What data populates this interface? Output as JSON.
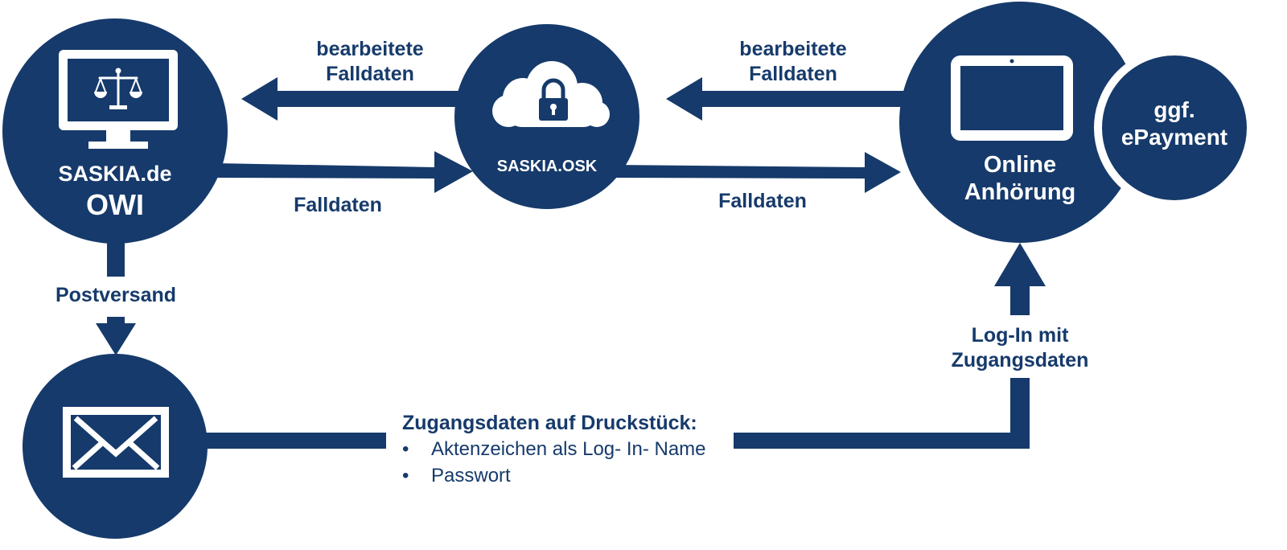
{
  "colors": {
    "primary": "#163a6b",
    "on_primary": "#ffffff",
    "background": "#ffffff"
  },
  "nodes": {
    "owi": {
      "icon": "monitor-scales-icon",
      "line1": "SASKIA.de",
      "line2": "OWI"
    },
    "osk": {
      "icon": "cloud-lock-icon",
      "label": "SASKIA.OSK"
    },
    "online": {
      "icon": "tablet-icon",
      "line1": "Online",
      "line2": "Anhörung"
    },
    "epayment": {
      "line1": "ggf.",
      "line2": "ePayment"
    },
    "mail": {
      "icon": "envelope-icon"
    }
  },
  "edges": {
    "processed_left": {
      "line1": "bearbeitete",
      "line2": "Falldaten"
    },
    "processed_right": {
      "line1": "bearbeitete",
      "line2": "Falldaten"
    },
    "data_left": "Falldaten",
    "data_right": "Falldaten",
    "post": "Postversand",
    "login": {
      "line1": "Log-In mit",
      "line2": "Zugangsdaten"
    }
  },
  "note": {
    "heading": "Zugangsdaten auf Druckstück:",
    "items": [
      "Aktenzeichen als Log- In- Name",
      "Passwort"
    ]
  }
}
